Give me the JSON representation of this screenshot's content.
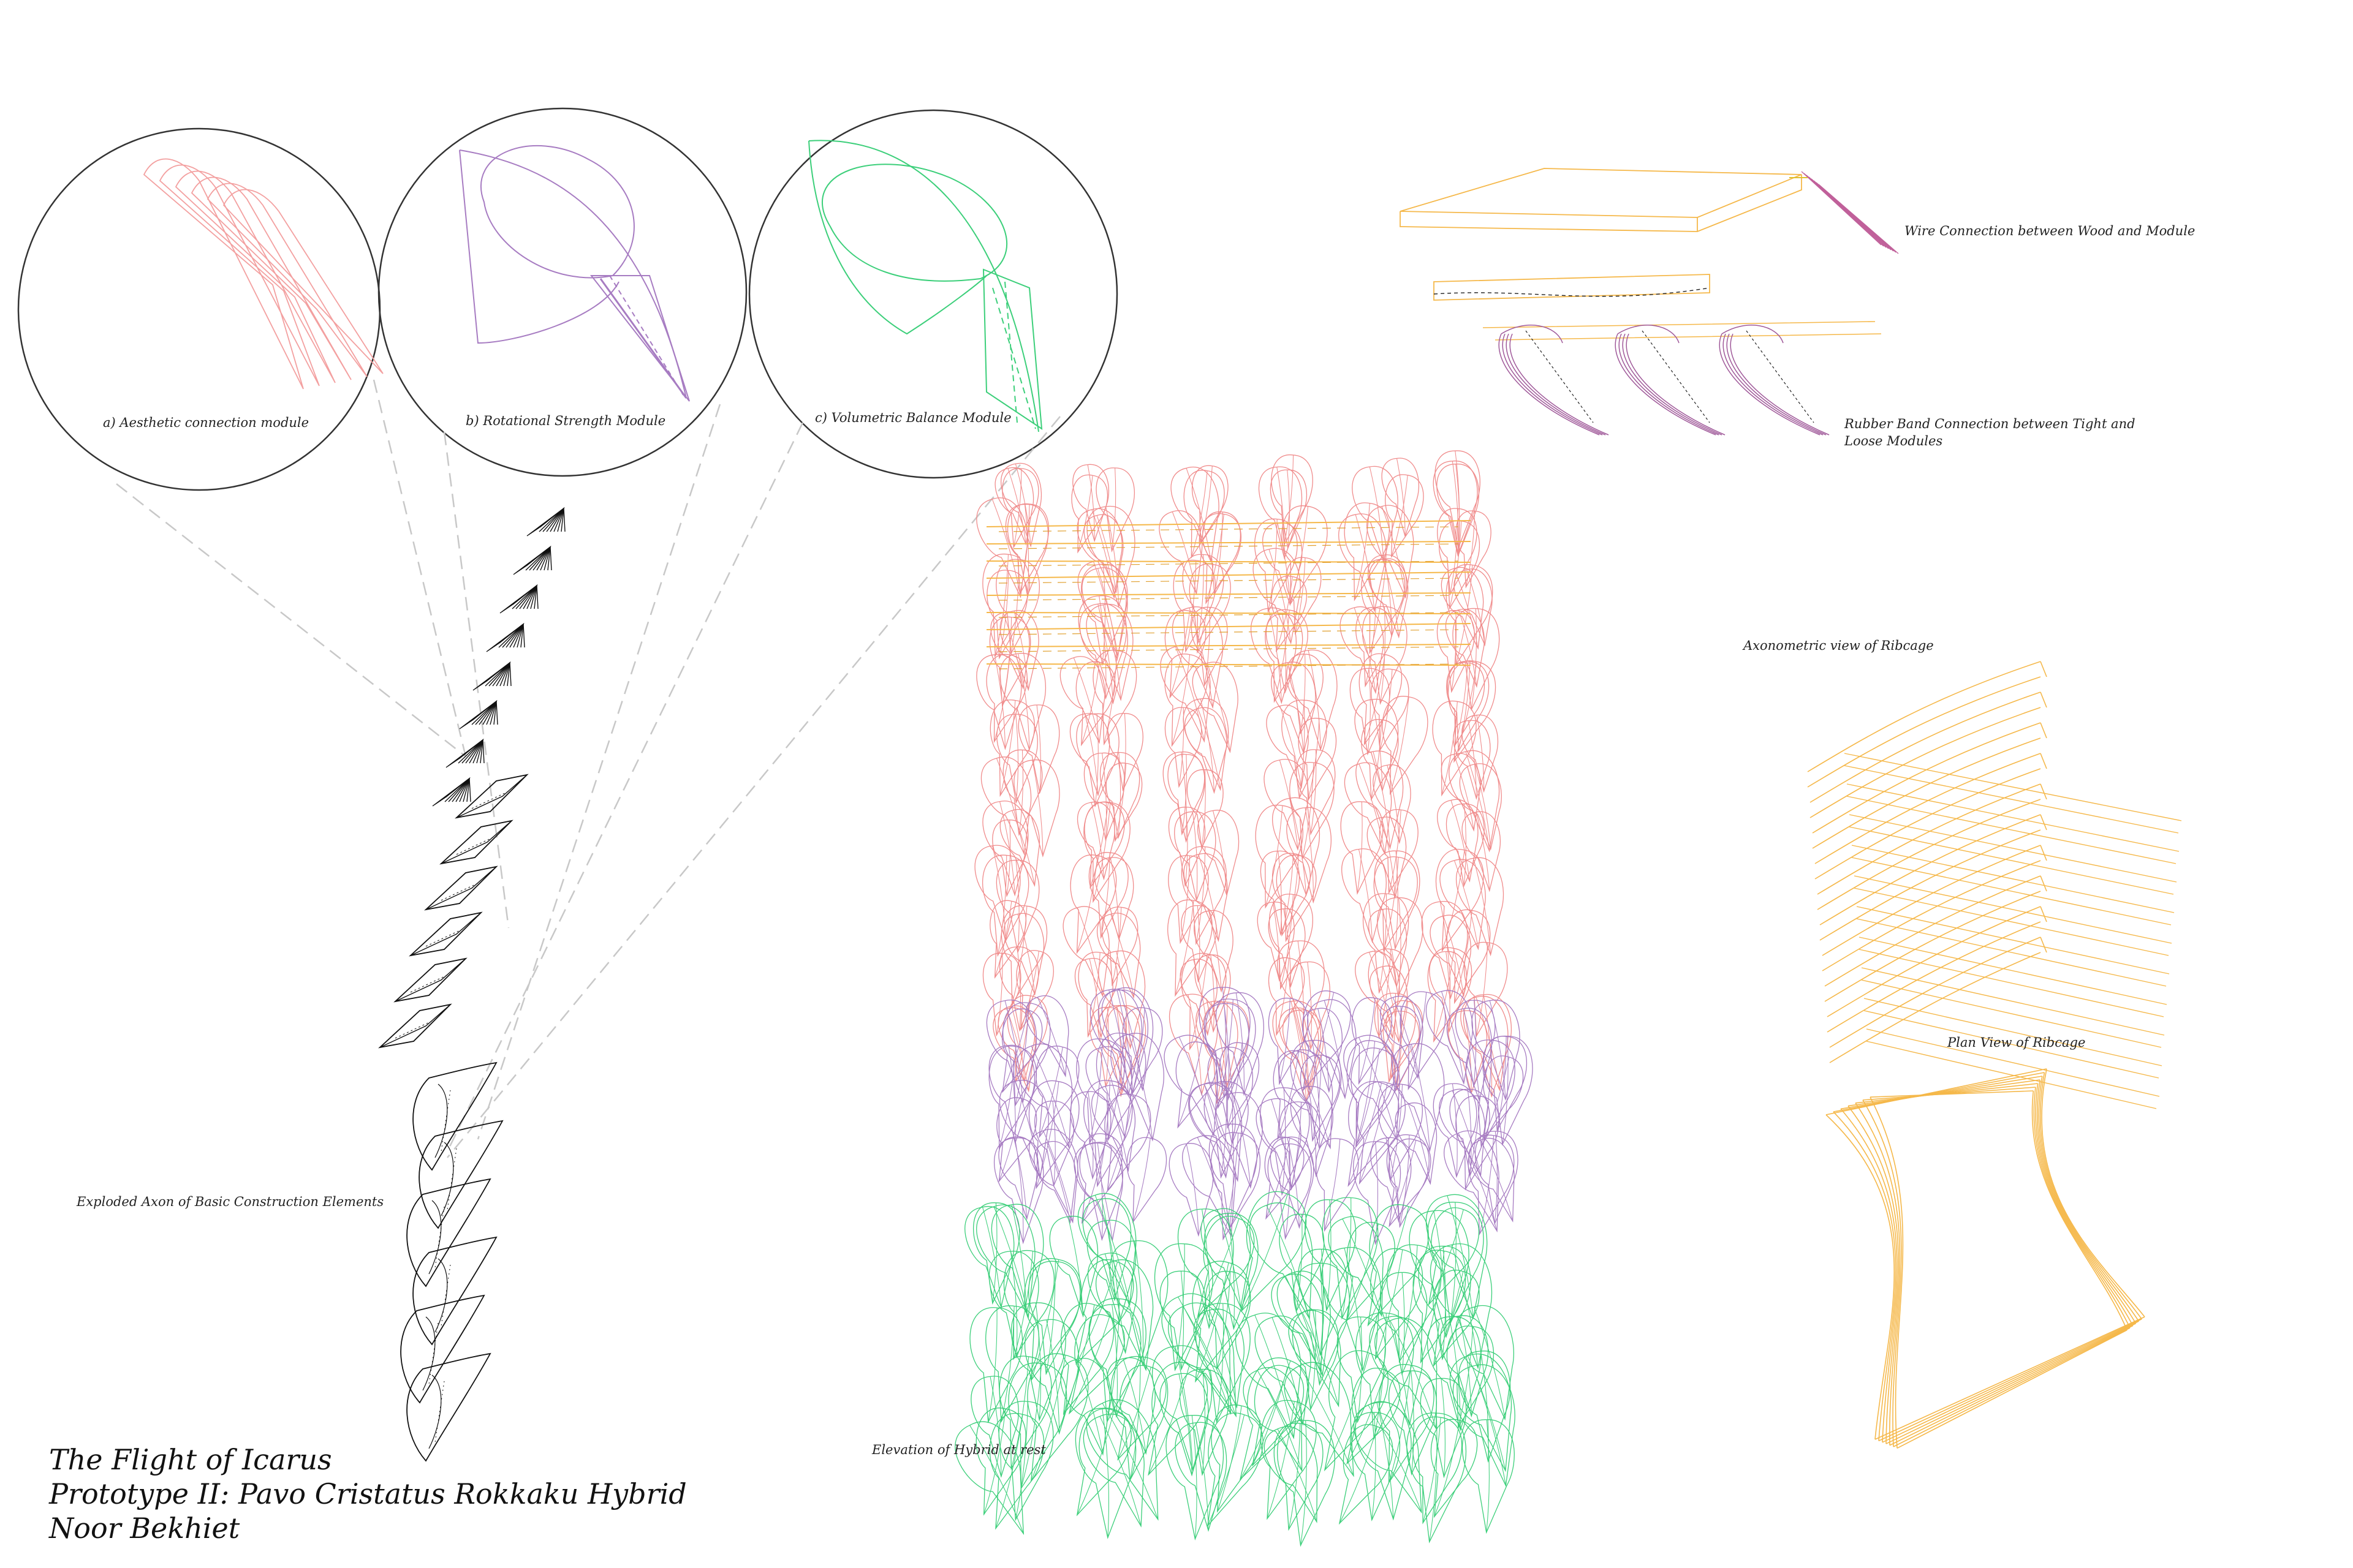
{
  "title_block": {
    "line1": "The Flight of Icarus",
    "line2": "Prototype II: Pavo Cristatus Rokkaku Hybrid",
    "line3": "Noor Bekhiet"
  },
  "modules": [
    {
      "label": "a) Aesthetic connection module",
      "color": "#f2a6a6"
    },
    {
      "label": "b) Rotational Strength Module",
      "color": "#9b6bbd"
    },
    {
      "label": "c) Volumetric Balance Module",
      "color": "#3cbf9a"
    }
  ],
  "labels": {
    "exploded_axon": "Exploded Axon of Basic Construction Elements",
    "elevation": "Elevation of Hybrid at rest",
    "wire_connection": "Wire Connection between Wood and Module",
    "rubber_band_line1": "Rubber Band Connection between Tight and",
    "rubber_band_line2": "Loose Modules",
    "axonometric": "Axonometric view of Ribcage",
    "plan_view": "Plan View of Ribcage"
  },
  "colors": {
    "pink": "#f08c8c",
    "purple": "#a77cc2",
    "green": "#3ccf7a",
    "orange": "#f5b84a",
    "black": "#111111",
    "dashed_guide": "#c8c8c8"
  }
}
